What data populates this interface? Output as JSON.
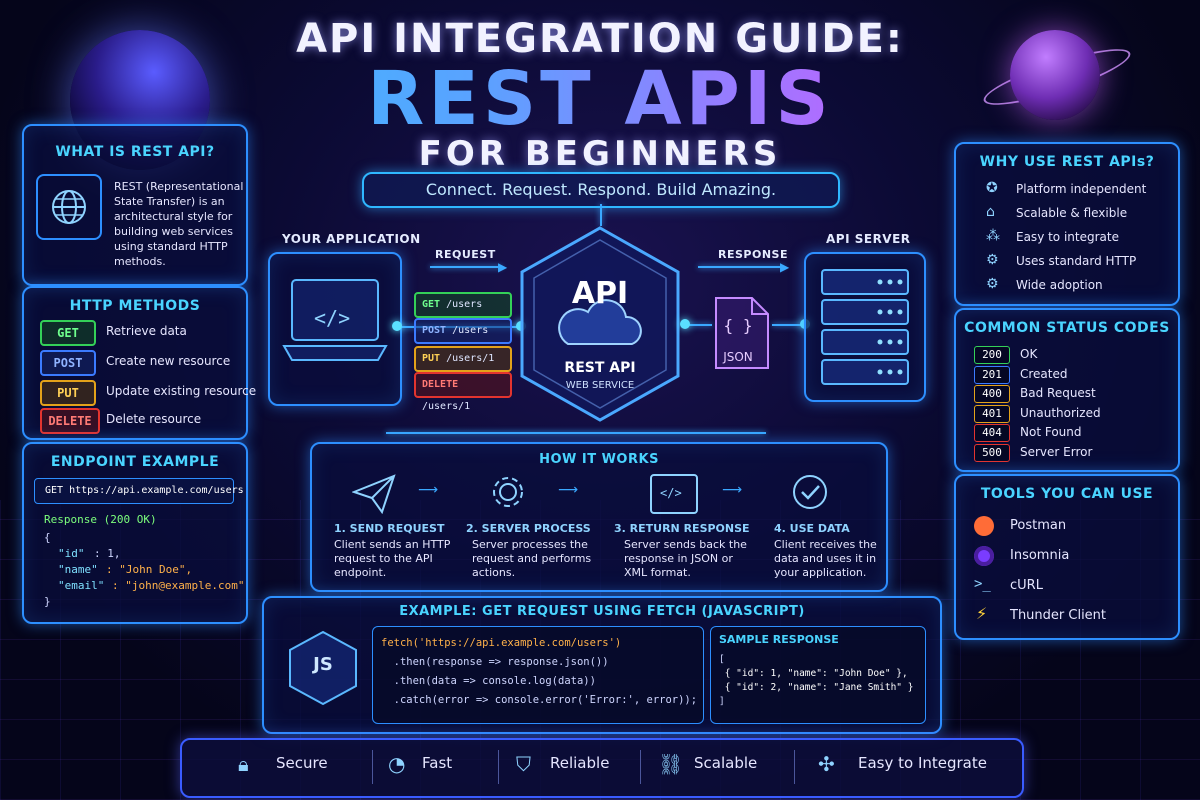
{
  "header": {
    "title_top": "API INTEGRATION GUIDE:",
    "title_main": "REST APIS",
    "title_sub": "FOR BEGINNERS",
    "tagline": "Connect. Request. Respond. Build Amazing."
  },
  "what_is": {
    "title": "WHAT IS REST API?",
    "lines": [
      "REST (Representational",
      "State Transfer) is an",
      "architectural style for",
      "building web services",
      "using standard HTTP",
      "methods."
    ]
  },
  "http_methods": {
    "title": "HTTP METHODS",
    "items": [
      {
        "method": "GET",
        "desc": "Retrieve data"
      },
      {
        "method": "POST",
        "desc": "Create new resource"
      },
      {
        "method": "PUT",
        "desc": "Update existing resource"
      },
      {
        "method": "DELETE",
        "desc": "Delete resource"
      }
    ]
  },
  "endpoint": {
    "title": "ENDPOINT EXAMPLE",
    "request": "GET https://api.example.com/users",
    "response_label": "Response (200 OK)",
    "brace_open": "{",
    "fields": [
      {
        "key": "\"id\"",
        "value": "1,"
      },
      {
        "key": "\"name\"",
        "value": "\"John Doe\","
      },
      {
        "key": "\"email\"",
        "value": "\"john@example.com\""
      }
    ],
    "brace_close": "}"
  },
  "flow": {
    "app_label": "YOUR APPLICATION",
    "request_label": "REQUEST",
    "response_label": "RESPONSE",
    "server_label": "API SERVER",
    "requests": [
      {
        "method": "GET",
        "path": "/users"
      },
      {
        "method": "POST",
        "path": "/users"
      },
      {
        "method": "PUT",
        "path": "/users/1"
      },
      {
        "method": "DELETE",
        "path": "/users/1"
      }
    ],
    "api_title": "API",
    "api_sub1": "REST API",
    "api_sub2": "WEB SERVICE",
    "json_glyph": "{ }",
    "json_label": "JSON",
    "code_glyph": "</>"
  },
  "how_it_works": {
    "title": "HOW IT WORKS",
    "code_glyph": "</>",
    "steps": [
      {
        "title": "1. SEND REQUEST",
        "text": "Client sends an HTTP request to the API endpoint."
      },
      {
        "title": "2. SERVER PROCESS",
        "text": "Server processes the request and performs actions."
      },
      {
        "title": "3. RETURN RESPONSE",
        "text": "Server sends back the response in JSON or XML format."
      },
      {
        "title": "4. USE DATA",
        "text": "Client receives the data and uses it in your application."
      }
    ]
  },
  "why_use": {
    "title": "WHY USE REST APIs?",
    "items": [
      "Platform independent",
      "Scalable & flexible",
      "Easy to integrate",
      "Uses standard HTTP",
      "Wide adoption"
    ]
  },
  "status_codes": {
    "title": "COMMON STATUS CODES",
    "items": [
      {
        "code": "200",
        "label": "OK",
        "color": "#34d058"
      },
      {
        "code": "201",
        "label": "Created",
        "color": "#3b7bff"
      },
      {
        "code": "400",
        "label": "Bad Request",
        "color": "#e3a21a"
      },
      {
        "code": "401",
        "label": "Unauthorized",
        "color": "#e3a21a"
      },
      {
        "code": "404",
        "label": "Not Found",
        "color": "#e3342f"
      },
      {
        "code": "500",
        "label": "Server Error",
        "color": "#e3342f"
      }
    ]
  },
  "tools": {
    "title": "TOOLS YOU CAN USE",
    "curl_glyph": ">_",
    "items": [
      "Postman",
      "Insomnia",
      "cURL",
      "Thunder Client"
    ]
  },
  "fetch_example": {
    "title": "EXAMPLE: GET REQUEST USING FETCH (JAVASCRIPT)",
    "js_label": "JS",
    "code_lines": [
      "fetch('https://api.example.com/users')",
      "  .then(response => response.json())",
      "  .then(data => console.log(data))",
      "  .catch(error => console.error('Error:', error));"
    ],
    "sample_title": "SAMPLE RESPONSE",
    "sample_lines": [
      "[",
      " { \"id\": 1, \"name\": \"John Doe\" },",
      " { \"id\": 2, \"name\": \"Jane Smith\" }",
      "]"
    ]
  },
  "features": [
    "Secure",
    "Fast",
    "Reliable",
    "Scalable",
    "Easy to Integrate"
  ],
  "colors": {
    "accent_blue": "#2d8fff",
    "accent_cyan": "#4ad4ff",
    "accent_purple": "#b26bff"
  }
}
